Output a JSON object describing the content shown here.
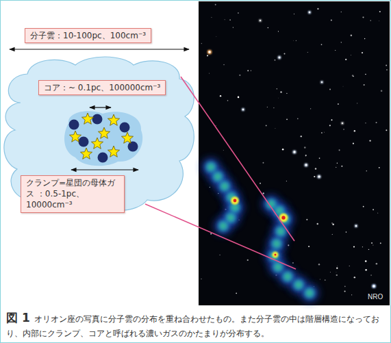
{
  "diagram": {
    "caption": "オリオン座の写真に分子雲の分布を重ね合わせたもの。また分子雲の中は階層構造になっており、内部にクランプ、コアと呼ばれる濃いガスのかたまりが分布する。",
    "nodes": [
      {
        "text": [
          "分子雲：10-100pc、100cm⁻³"
        ]
      },
      {
        "text": [
          "コア：~ 0.1pc、100000cm⁻³"
        ]
      },
      {
        "text": [
          "クランプ=星団の母体ガス ：0.5-1pc、10000cm⁻³"
        ]
      }
    ],
    "labels": [
      "図 1",
      "NRO"
    ]
  }
}
